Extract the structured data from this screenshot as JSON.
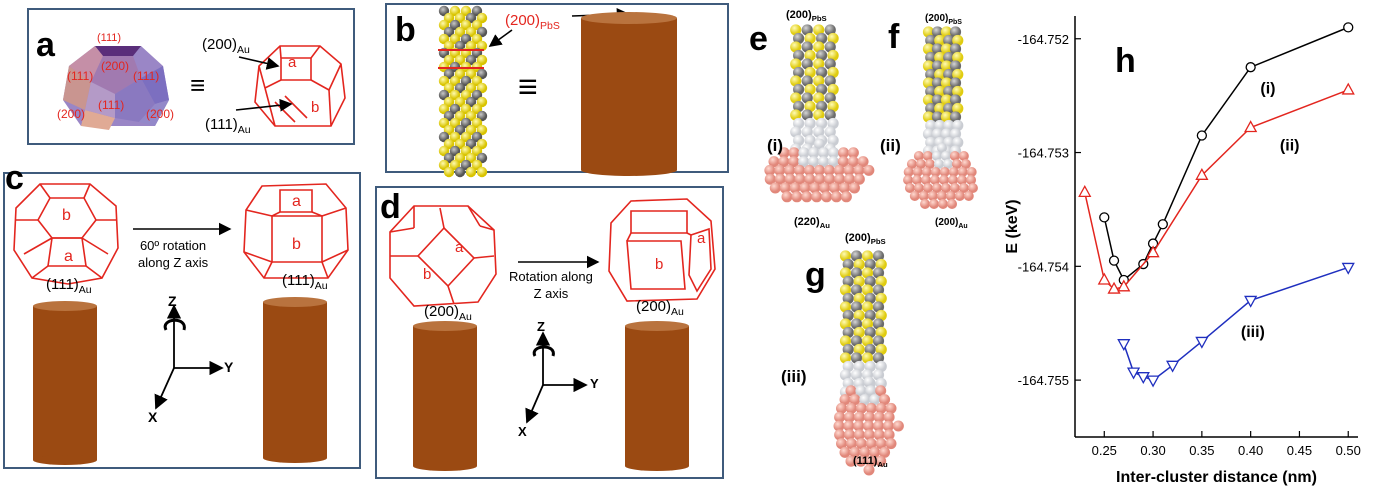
{
  "panels": {
    "a": "a",
    "b": "b",
    "c": "c",
    "d": "d",
    "e": "e",
    "f": "f",
    "g": "g",
    "h": "h"
  },
  "panel_a": {
    "facets": [
      "(111)",
      "(111)",
      "(200)",
      "(111)",
      "(111)",
      "(200)",
      "(200)"
    ],
    "plane1_main": "(200)",
    "plane1_sub": "Au",
    "plane2_main": "(111)",
    "plane2_sub": "Au",
    "facet_a": "a",
    "facet_b": "b"
  },
  "panel_b": {
    "plane_main": "(200)",
    "plane_sub": "PbS"
  },
  "panel_c": {
    "rotation_line1": "60º rotation",
    "rotation_line2": "along Z axis",
    "facet_a": "a",
    "facet_b": "b",
    "plane_main": "(111)",
    "plane_sub": "Au",
    "axis_z": "Z",
    "axis_y": "Y",
    "axis_x": "X"
  },
  "panel_d": {
    "rotation_line1": "Rotation along",
    "rotation_line2": "Z axis",
    "facet_a": "a",
    "facet_b": "b",
    "plane_main": "(200)",
    "plane_sub": "Au",
    "axis_z": "Z",
    "axis_y": "Y",
    "axis_x": "X"
  },
  "panel_e": {
    "top_main": "(200)",
    "top_sub": "PbS",
    "roman": "(i)",
    "bottom_main": "(220)",
    "bottom_sub": "Au"
  },
  "panel_f": {
    "top_main": "(200)",
    "top_sub": "PbS",
    "roman": "(ii)",
    "bottom_main": "(200)",
    "bottom_sub": "Au"
  },
  "panel_g": {
    "top_main": "(200)",
    "top_sub": "PbS",
    "roman": "(iii)",
    "bottom_main": "(111)",
    "bottom_sub": "Au"
  },
  "colors": {
    "rod": "#9b4a12",
    "rod_top": "#b9733e",
    "red_line": "#e3261f",
    "sulfur": "#f3e63a",
    "lead": "#8c8c8c",
    "gold": "#f0a89a",
    "blue": "#1f2fbf"
  },
  "chart_data": {
    "type": "line",
    "xlabel": "Inter-cluster distance (nm)",
    "ylabel": "E (keV)",
    "xlim": [
      0.22,
      0.51
    ],
    "ylim": [
      -164.7555,
      -164.7518
    ],
    "x_ticks": [
      "0.25",
      "0.30",
      "0.35",
      "0.40",
      "0.45",
      "0.50"
    ],
    "y_ticks": [
      "-164.752",
      "-164.753",
      "-164.754",
      "-164.755"
    ],
    "series": [
      {
        "name": "(i)",
        "color": "#000000",
        "marker": "circle",
        "x": [
          0.25,
          0.26,
          0.27,
          0.29,
          0.3,
          0.31,
          0.35,
          0.4,
          0.5
        ],
        "y": [
          -164.75357,
          -164.75395,
          -164.75412,
          -164.75398,
          -164.7538,
          -164.75363,
          -164.75285,
          -164.75225,
          -164.7519
        ]
      },
      {
        "name": "(ii)",
        "color": "#e3261f",
        "marker": "triangle-up",
        "x": [
          0.23,
          0.25,
          0.26,
          0.27,
          0.3,
          0.35,
          0.4,
          0.5
        ],
        "y": [
          -164.75335,
          -164.75412,
          -164.7542,
          -164.75418,
          -164.75388,
          -164.7532,
          -164.75278,
          -164.75245
        ]
      },
      {
        "name": "(iii)",
        "color": "#1f2fbf",
        "marker": "triangle-down",
        "x": [
          0.27,
          0.28,
          0.29,
          0.3,
          0.32,
          0.35,
          0.4,
          0.5
        ],
        "y": [
          -164.75468,
          -164.75493,
          -164.75497,
          -164.755,
          -164.75487,
          -164.75466,
          -164.7543,
          -164.75401
        ]
      }
    ]
  }
}
